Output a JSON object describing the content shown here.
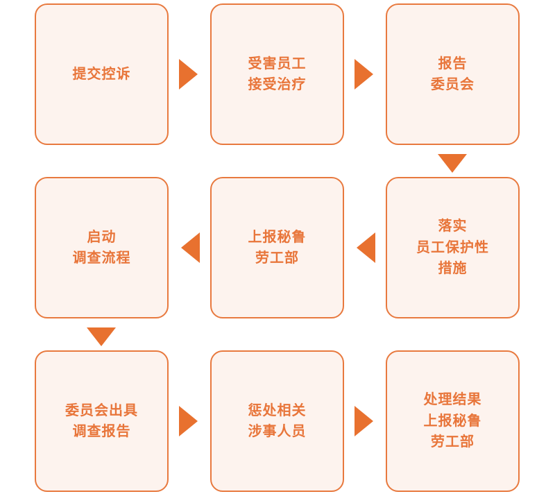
{
  "diagram": {
    "type": "process-flowchart",
    "orientation": "serpentine-3x3",
    "colors": {
      "box_fill": "#fdf3ee",
      "box_border": "#e8793e",
      "text": "#e8753a",
      "arrow": "#e8712f",
      "background": "#ffffff"
    },
    "nodes": [
      {
        "id": "n1",
        "order": 1,
        "label": "提交控诉",
        "row": 0,
        "col": 0
      },
      {
        "id": "n2",
        "order": 2,
        "label": "受害员工\n接受治疗",
        "row": 0,
        "col": 1
      },
      {
        "id": "n3",
        "order": 3,
        "label": "报告\n委员会",
        "row": 0,
        "col": 2
      },
      {
        "id": "n4",
        "order": 4,
        "label": "落实\n员工保护性\n措施",
        "row": 1,
        "col": 2
      },
      {
        "id": "n5",
        "order": 5,
        "label": "上报秘鲁\n劳工部",
        "row": 1,
        "col": 1
      },
      {
        "id": "n6",
        "order": 6,
        "label": "启动\n调查流程",
        "row": 1,
        "col": 0
      },
      {
        "id": "n7",
        "order": 7,
        "label": "委员会出具\n调查报告",
        "row": 2,
        "col": 0
      },
      {
        "id": "n8",
        "order": 8,
        "label": "惩处相关\n涉事人员",
        "row": 2,
        "col": 1
      },
      {
        "id": "n9",
        "order": 9,
        "label": "处理结果\n上报秘鲁\n劳工部",
        "row": 2,
        "col": 2
      }
    ],
    "connectors": [
      {
        "id": "c1",
        "from": "n1",
        "to": "n2",
        "direction": "right"
      },
      {
        "id": "c2",
        "from": "n2",
        "to": "n3",
        "direction": "right"
      },
      {
        "id": "c3",
        "from": "n3",
        "to": "n4",
        "direction": "down"
      },
      {
        "id": "c4",
        "from": "n4",
        "to": "n5",
        "direction": "left"
      },
      {
        "id": "c5",
        "from": "n5",
        "to": "n6",
        "direction": "left"
      },
      {
        "id": "c6",
        "from": "n6",
        "to": "n7",
        "direction": "down"
      },
      {
        "id": "c7",
        "from": "n7",
        "to": "n8",
        "direction": "right"
      },
      {
        "id": "c8",
        "from": "n8",
        "to": "n9",
        "direction": "right"
      }
    ]
  }
}
